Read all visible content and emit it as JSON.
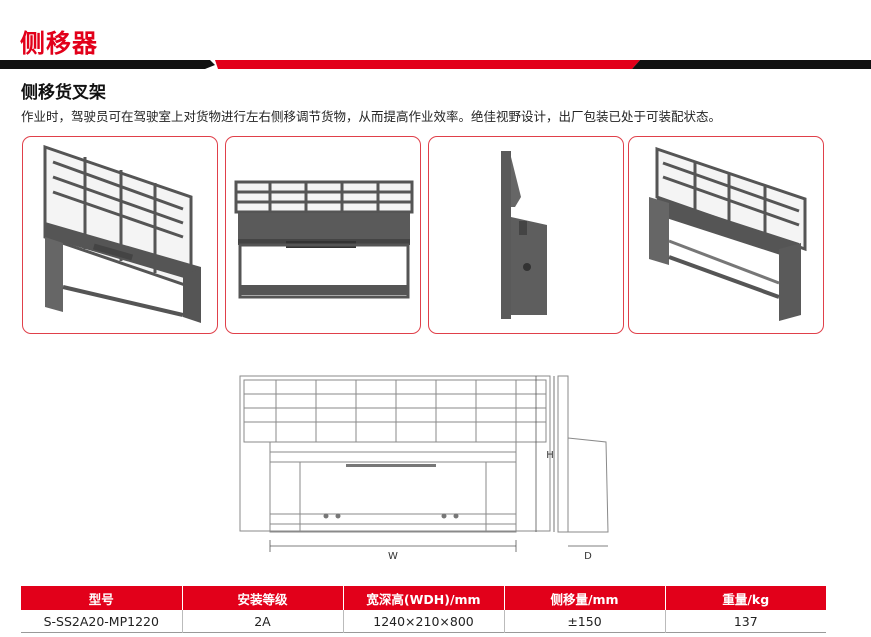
{
  "page": {
    "title": "侧移器",
    "section_title": "侧移货叉架",
    "description": "作业时，驾驶员可在驾驶室上对货物进行左右侧移调节货物，从而提高作业效率。绝佳视野设计，出厂包装已处于可装配状态。"
  },
  "colors": {
    "accent": "#e2001a",
    "bar_dark": "#111111"
  },
  "photos": [
    "photo-front-angle",
    "photo-front",
    "photo-side",
    "photo-rear-angle"
  ],
  "drawing": {
    "label_w": "W",
    "label_h": "H",
    "label_d": "D"
  },
  "table": {
    "headers": [
      "型号",
      "安装等级",
      "宽深高(WDH)/mm",
      "侧移量/mm",
      "重量/kg"
    ],
    "rows": [
      [
        "S-SS2A20-MP1220",
        "2A",
        "1240×210×800",
        "±150",
        "137"
      ]
    ]
  }
}
